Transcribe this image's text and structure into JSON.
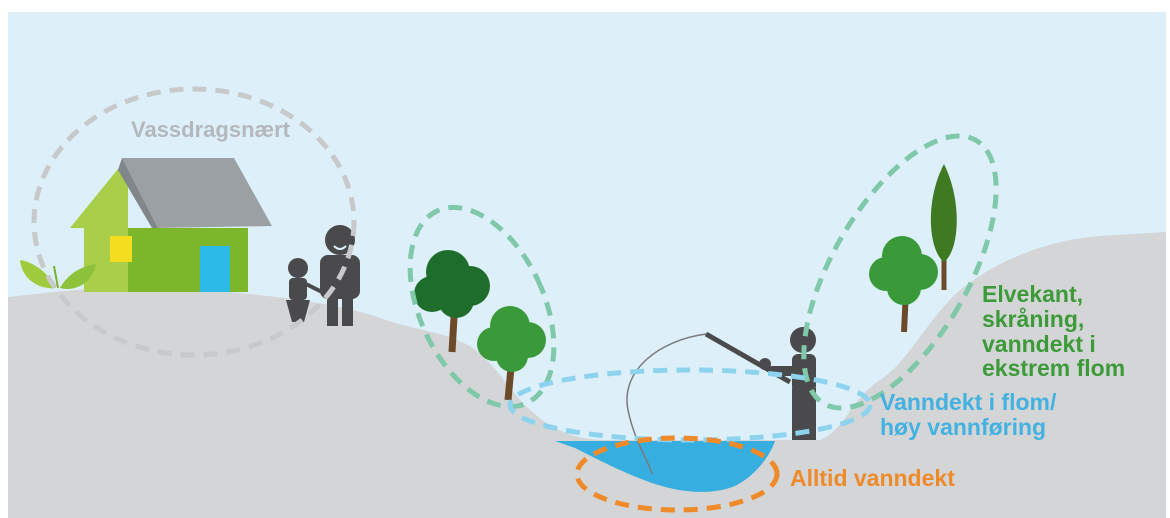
{
  "zones": {
    "vassdragsnaert": {
      "label": "Vassdragsnært",
      "color": "#b4b8bc"
    },
    "elvekant": {
      "label": "Elvekant, skråning,\nvanndekt i\nekstrem flom",
      "color": "#3d9a39",
      "ring_color": "#7fc8a9"
    },
    "flom": {
      "label": "Vanndekt i flom/\nhøy vannføring",
      "color": "#44b2e0"
    },
    "alltid": {
      "label": "Alltid vanndekt",
      "color": "#ef8a2a"
    }
  },
  "palette": {
    "sky": "#ddf0fa",
    "ground": "#d3d5d7",
    "water": "#36aee0",
    "figure": "#4a4a4c",
    "house_wall": "#7fb82a",
    "house_roof": "#9aa0a4",
    "house_window": "#f4dd1f",
    "house_door": "#2bbbe6"
  },
  "icons": [
    "house-icon",
    "leaf-plant-icon",
    "adult-icon",
    "child-icon",
    "tree-icon",
    "cypress-icon",
    "angler-icon",
    "fishing-rod-icon"
  ]
}
